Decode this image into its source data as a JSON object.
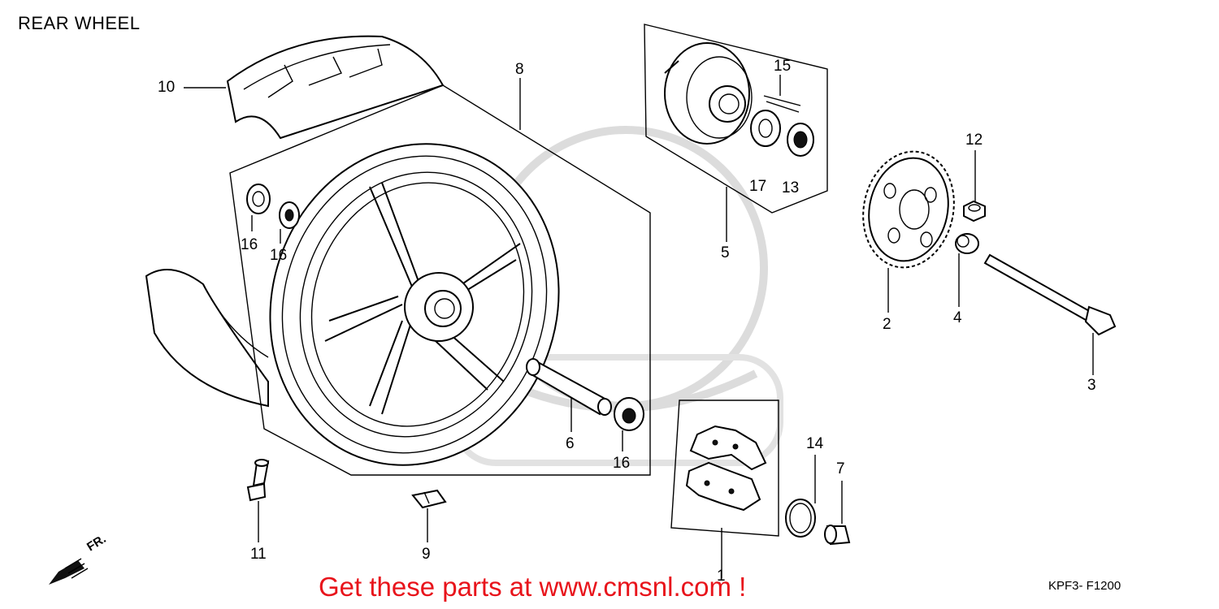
{
  "header": {
    "title": "REAR WHEEL"
  },
  "footer": {
    "promo": "Get these parts at www.cmsnl.com !",
    "diagram_code": "KPF3- F1200"
  },
  "direction": {
    "label": "FR."
  },
  "callouts": [
    {
      "num": "1"
    },
    {
      "num": "2"
    },
    {
      "num": "3"
    },
    {
      "num": "4"
    },
    {
      "num": "5"
    },
    {
      "num": "6"
    },
    {
      "num": "7"
    },
    {
      "num": "8"
    },
    {
      "num": "9"
    },
    {
      "num": "10"
    },
    {
      "num": "11"
    },
    {
      "num": "12"
    },
    {
      "num": "13"
    },
    {
      "num": "14"
    },
    {
      "num": "15"
    },
    {
      "num": "16"
    },
    {
      "num": "16"
    },
    {
      "num": "16"
    },
    {
      "num": "17"
    }
  ],
  "colors": {
    "promo_text": "#e8141b",
    "line_art": "#000000",
    "watermark": "#dcdcdc"
  }
}
